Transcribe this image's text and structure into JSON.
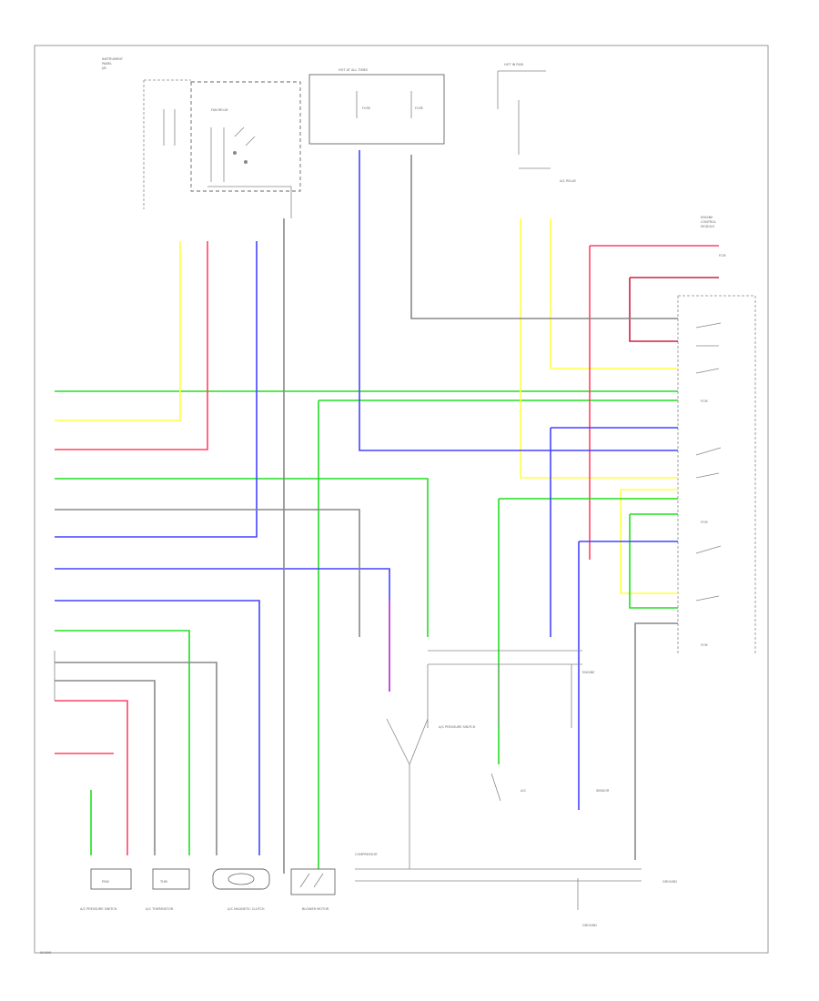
{
  "wire_colors": {
    "green": "#22dd22",
    "yellow": "#ffff44",
    "red": "#ff4466",
    "blue": "#4444ff",
    "gray": "#888888",
    "darkred": "#cc2244",
    "purple": "#cc44cc"
  },
  "footer": {
    "code": "W4090"
  },
  "components": {
    "top_left_module": "INSTRUMENT PANEL J/B",
    "relay_box": "FAN RELAY",
    "top_center_fuse": "HOT AT ALL TIMES",
    "top_right": "HOT IN RUN",
    "right_module": "ENGINE CONTROL MODULE",
    "bottom_right_ground": "GROUND",
    "bottom_components": [
      "A/C PRESSURE SWITCH",
      "A/C THERMISTOR",
      "A/C MAGNETIC CLUTCH",
      "BLOWER MOTOR",
      "COMPRESSOR"
    ],
    "center_bottom_label": "A/C PRESSURE SWITCH"
  }
}
